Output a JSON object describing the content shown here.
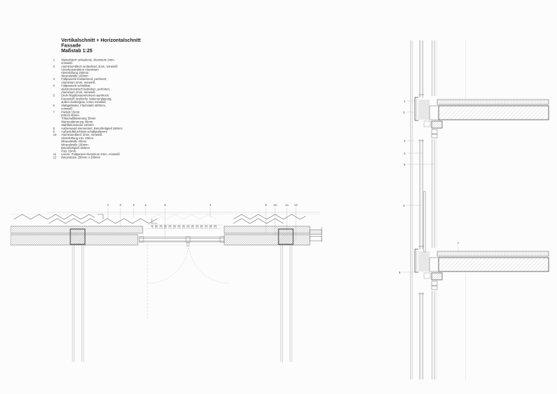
{
  "title_block": {
    "line1": "Vertikalschnitt + Horizontalschnitt",
    "line2": "Fassade",
    "line3": "Maßstab 1:25"
  },
  "legend": {
    "items": [
      {
        "num": "1",
        "lines": [
          "Wetterblech umlaufend, Aluminium 2mm,",
          "reinweiß"
        ]
      },
      {
        "num": "2",
        "lines": [
          "Aluminiumblech umlaufend, 2mm, reinweiß",
          "Unterkonstruktion Aluminium",
          "Hinterlüftung 100mm",
          "Mineralwolle 100mm"
        ]
      },
      {
        "num": "3",
        "lines": [
          "Faltpaneele feststehend, perforiert,",
          "Aluminium 2mm, reinweiß"
        ]
      },
      {
        "num": "4",
        "lines": [
          "Faltpaneele schiebbar,",
          "elektromotorisch betrieben, perforiert,",
          "Aluminium 2mm, reinweiß"
        ]
      },
      {
        "num": "5",
        "lines": [
          "Dreh-/Kippfensterelement raumhoch,",
          "Kunststoff, dreifache Isolierverglasung,",
          "außen dunkelgrau, innen reinweiß"
        ]
      },
      {
        "num": "6",
        "lines": [
          "Stabgeländer, Flachstahl 40/8mm,",
          "reinweiß"
        ]
      },
      {
        "num": "7",
        "lines": [
          "Parkett 15mm",
          "Estrich 60mm",
          "Trittschalldämmung 30mm",
          "Wärmedämmung 40mm",
          "Stahlbetondecke 220mm"
        ]
      },
      {
        "num": "8",
        "lines": [
          "Außenwand elementiert, Betonfertigteil 150mm"
        ]
      },
      {
        "num": "9",
        "lines": [
          "Außenluftdurchlass schallgedämmt"
        ]
      },
      {
        "num": "10",
        "lines": [
          "Aluminiumblech 2mm, reinweiß",
          "Hinterlüftung min. 20mm",
          "Mineralwolle 40mm",
          "Mineralwolle 100mm",
          "Betonfertigteil 150mm",
          "Putz 15mm"
        ]
      },
      {
        "num": "11",
        "lines": [
          "Lisene, Faltpaneel Aluminium 2mm, reinweiß"
        ]
      },
      {
        "num": "12",
        "lines": [
          "Betonstütze 200mm x 200mm"
        ]
      }
    ]
  },
  "plan": {
    "callouts": [
      "1",
      "2",
      "3",
      "4",
      "5",
      "4",
      "9",
      "10",
      "11",
      "12"
    ]
  },
  "section": {
    "callouts": [
      "1",
      "2",
      "3",
      "4",
      "5",
      "4",
      "7",
      "6"
    ]
  },
  "colors": {
    "line_dark": "#3a3a3a",
    "line_mid": "#8a8a8a",
    "line_light": "#c4c4c4",
    "text": "#2b2b2b"
  }
}
